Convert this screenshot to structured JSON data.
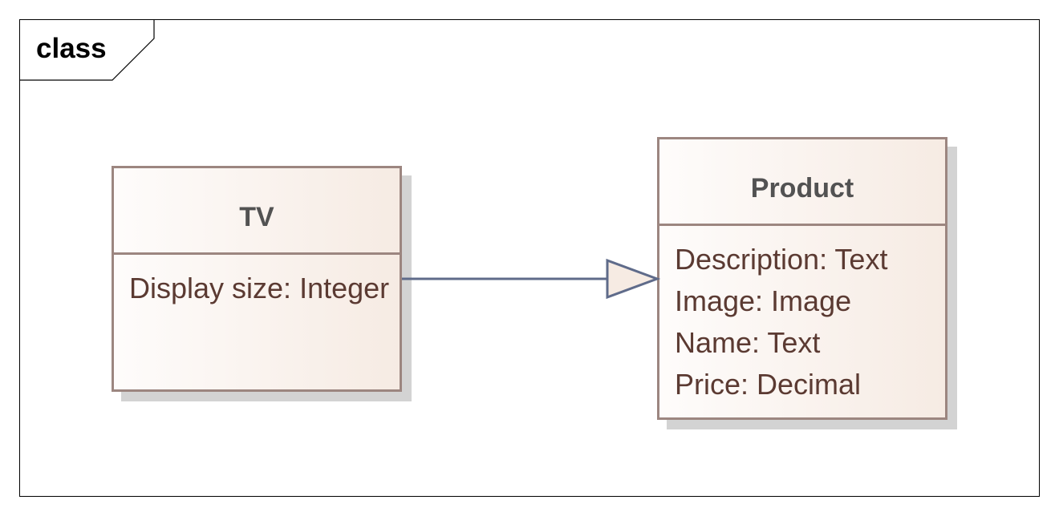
{
  "frame": {
    "label": "class"
  },
  "classes": {
    "tv": {
      "name": "TV",
      "attributes": [
        "Display size: Integer"
      ]
    },
    "product": {
      "name": "Product",
      "attributes": [
        "Description: Text",
        "Image: Image",
        "Name: Text",
        "Price: Decimal"
      ]
    }
  },
  "relationships": [
    {
      "type": "generalization",
      "from": "TV",
      "to": "Product"
    }
  ],
  "colors": {
    "class_border": "#9c8680",
    "class_fill_start": "#fefcfb",
    "class_fill_end": "#f6ebe3",
    "attribute_text": "#5b3a32",
    "class_name_text": "#525252",
    "connector": "#5f6b8a",
    "arrowhead_fill": "#f6ebe3",
    "shadow": "#d3d3d3"
  }
}
